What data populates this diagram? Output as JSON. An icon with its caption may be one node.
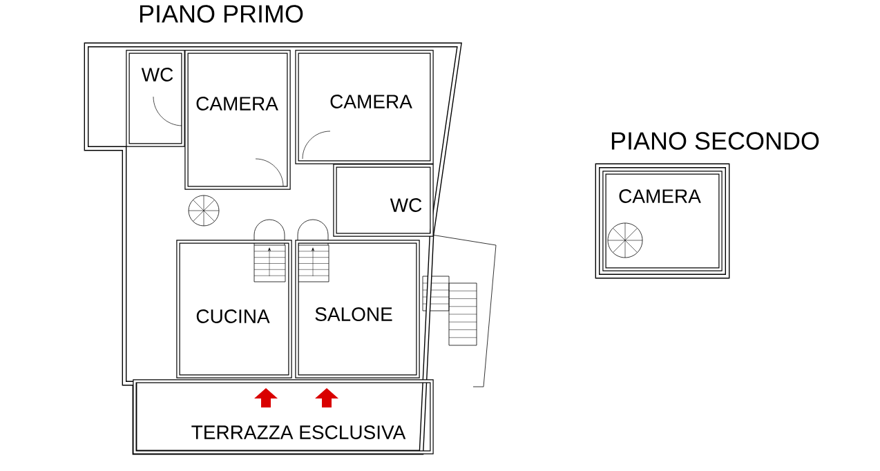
{
  "diagram": {
    "nodes": [
      {
        "text": [
          "PIANO PRIMO"
        ]
      },
      {
        "text": [
          "WC"
        ],
        "in": 0
      },
      {
        "text": [
          "CAMERA"
        ],
        "in": 0
      },
      {
        "text": [
          "CAMERA"
        ],
        "in": 0
      },
      {
        "text": [
          "WC"
        ],
        "in": 0
      },
      {
        "text": [
          "CUCINA"
        ],
        "in": 0
      },
      {
        "text": [
          "SALONE"
        ],
        "in": 0
      },
      {
        "text": [
          "TERRAZZA ESCLUSIVA"
        ],
        "in": 0
      },
      {
        "text": [
          "PIANO SECONDO"
        ]
      },
      {
        "text": [
          "CAMERA"
        ],
        "in": 8
      }
    ]
  }
}
